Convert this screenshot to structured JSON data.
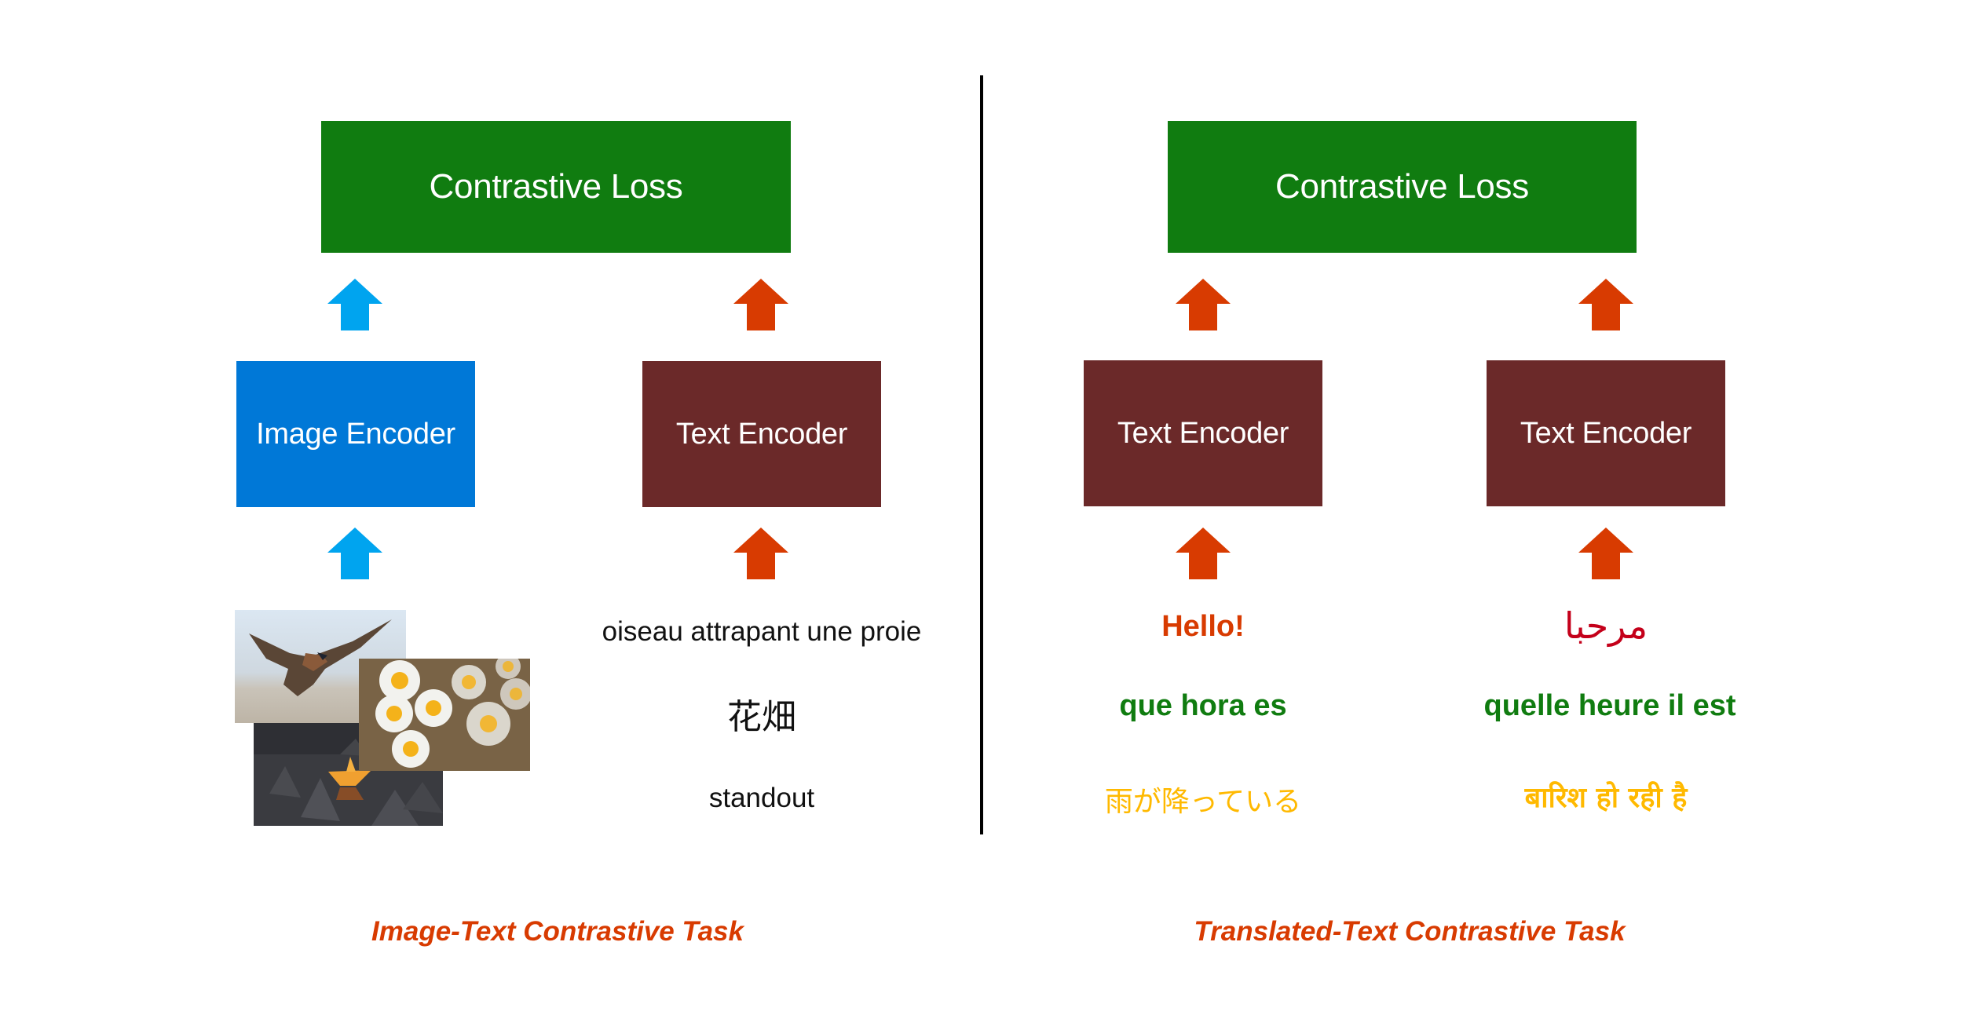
{
  "colors": {
    "loss_green": "#107C10",
    "image_encoder_blue": "#0078D7",
    "text_encoder_maroon": "#6B2929",
    "arrow_blue": "#00A4EF",
    "arrow_orange": "#D83B01",
    "caption_orange": "#D83B01",
    "text_green": "#107C10",
    "text_yellow": "#FFB900",
    "text_crimson": "#C4001A"
  },
  "left_panel": {
    "loss_label": "Contrastive Loss",
    "image_encoder_label": "Image Encoder",
    "text_encoder_label": "Text Encoder",
    "images": [
      {
        "icon": "bird-of-prey-photo",
        "description": "bird catching prey"
      },
      {
        "icon": "daisy-flowers-photo",
        "description": "flower field"
      },
      {
        "icon": "paper-boat-photo",
        "description": "standout orange paper boat"
      }
    ],
    "texts": [
      "oiseau attrapant une proie",
      "花畑",
      "standout"
    ],
    "caption": "Image-Text Contrastive Task"
  },
  "right_panel": {
    "loss_label": "Contrastive Loss",
    "text_encoder_1_label": "Text Encoder",
    "text_encoder_2_label": "Text Encoder",
    "column_1_texts": [
      "Hello!",
      "que hora es",
      "雨が降っている"
    ],
    "column_2_texts": [
      "مرحبا",
      "quelle heure il est",
      "बारिश हो रही है"
    ],
    "caption": "Translated-Text Contrastive Task"
  }
}
